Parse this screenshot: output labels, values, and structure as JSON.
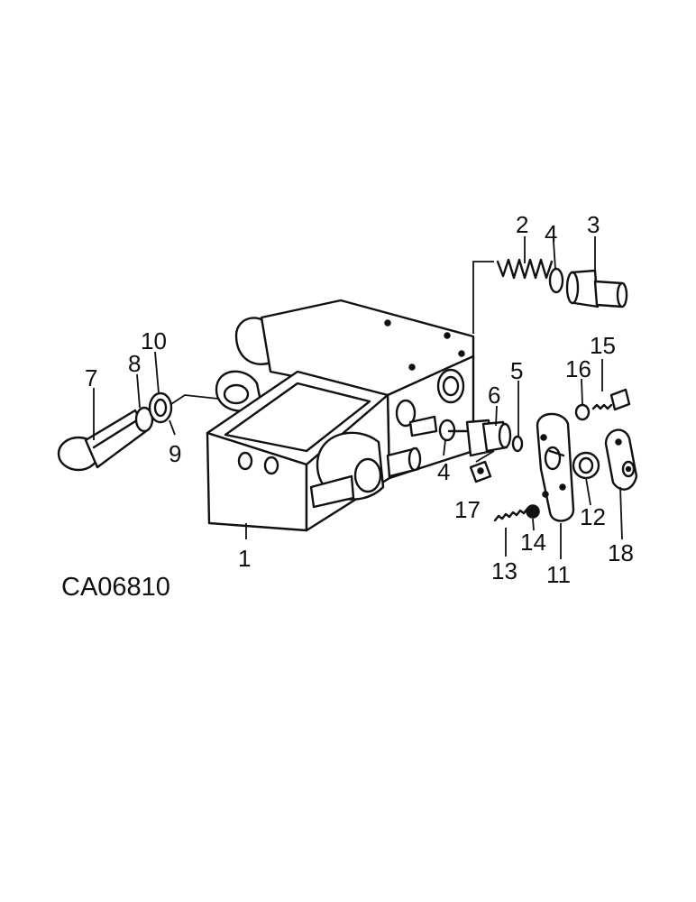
{
  "drawing_code": "CA06810",
  "callouts": {
    "c1": "1",
    "c2": "2",
    "c3": "3",
    "c4a": "4",
    "c4b": "4",
    "c5": "5",
    "c6": "6",
    "c7": "7",
    "c8": "8",
    "c9": "9",
    "c10": "10",
    "c11": "11",
    "c12": "12",
    "c13": "13",
    "c14": "14",
    "c15": "15",
    "c16": "16",
    "c17": "17",
    "c18": "18"
  }
}
